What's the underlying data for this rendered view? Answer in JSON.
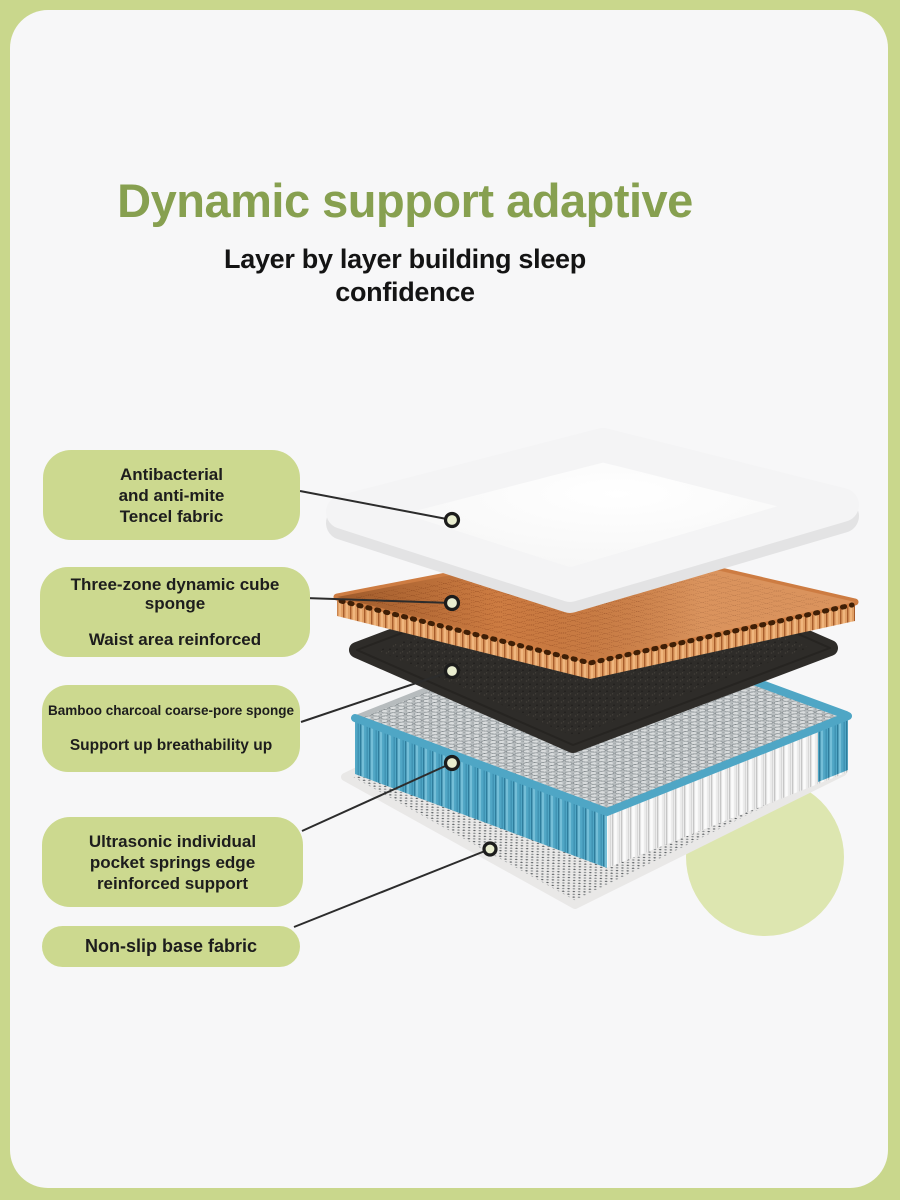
{
  "header": {
    "title": "Dynamic support adaptive",
    "subtitle_line1": "Layer by layer building sleep",
    "subtitle_line2": "confidence"
  },
  "callouts": [
    {
      "id": "tencel",
      "lines": [
        "Antibacterial",
        "and anti-mite",
        "Tencel fabric"
      ]
    },
    {
      "id": "cube",
      "lines": [
        "Three-zone dynamic cube sponge",
        "Waist area reinforced"
      ]
    },
    {
      "id": "charcoal",
      "lines": [
        "Bamboo charcoal coarse-pore sponge",
        "Support up breathability up"
      ]
    },
    {
      "id": "springs",
      "lines": [
        "Ultrasonic individual",
        "pocket springs edge",
        "reinforced support"
      ]
    },
    {
      "id": "base",
      "lines": [
        "Non-slip base fabric"
      ]
    }
  ],
  "colors": {
    "accent_green": "#87a050",
    "pill_green": "#ccd98f",
    "frame_green": "#c9d78c",
    "panel_bg": "#f7f7f8",
    "text_dark": "#1d1d1d",
    "sponge_orange": "#cd7c42",
    "charcoal": "#2e2c29",
    "spring_blue": "#4fa6c5",
    "accent_circle_green": "#dde6b0"
  }
}
